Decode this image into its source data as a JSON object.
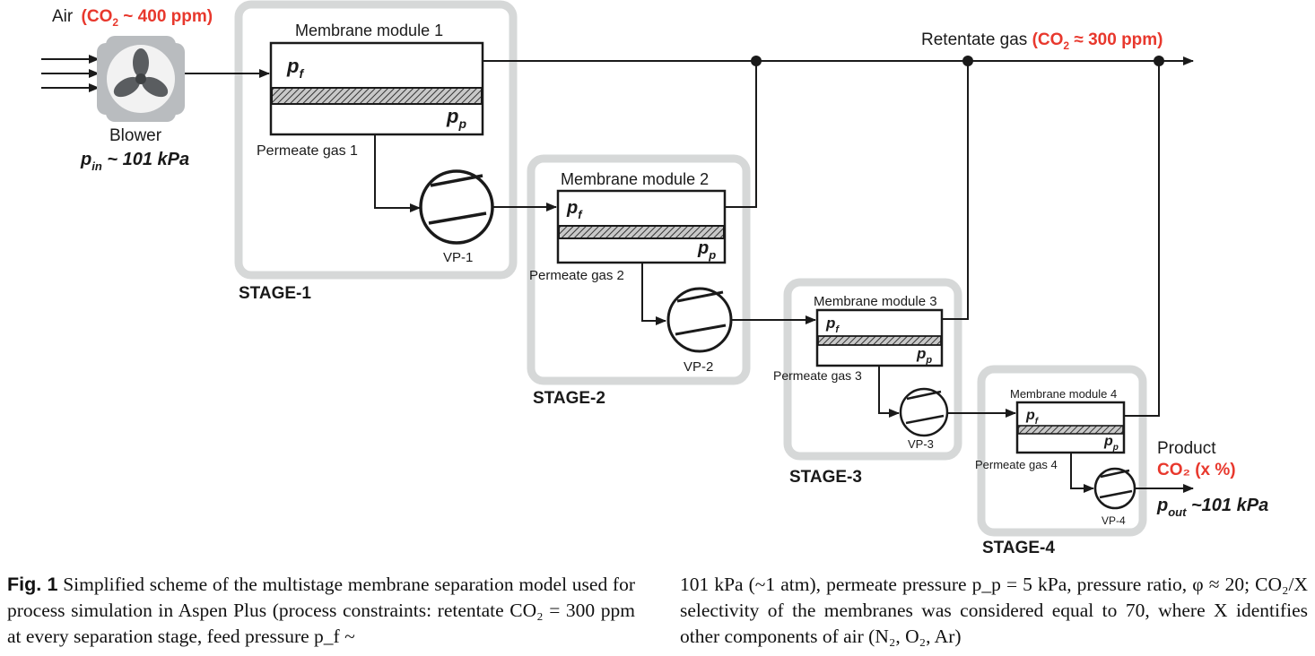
{
  "air": {
    "prefix": "Air",
    "co2": "(CO",
    "co2_tail": " ~ 400 ppm)"
  },
  "blower": {
    "label": "Blower",
    "p": "p",
    "p_sub": "in",
    "p_tail": " ~ 101 kPa"
  },
  "retentate": {
    "prefix": "Retentate gas ",
    "co2": "(CO",
    "co2_tail": " ≈ 300 ppm)"
  },
  "modules": [
    {
      "title": "Membrane module 1",
      "pf": "p",
      "pf_sub": "f",
      "pp": "p",
      "pp_sub": "p",
      "permeate": "Permeate gas 1",
      "pump": "VP-1",
      "stage": "STAGE-1"
    },
    {
      "title": "Membrane module 2",
      "pf": "p",
      "pf_sub": "f",
      "pp": "p",
      "pp_sub": "p",
      "permeate": "Permeate gas 2",
      "pump": "VP-2",
      "stage": "STAGE-2"
    },
    {
      "title": "Membrane module 3",
      "pf": "p",
      "pf_sub": "f",
      "pp": "p",
      "pp_sub": "p",
      "permeate": "Permeate gas 3",
      "pump": "VP-3",
      "stage": "STAGE-3"
    },
    {
      "title": "Membrane module 4",
      "pf": "p",
      "pf_sub": "f",
      "pp": "p",
      "pp_sub": "p",
      "permeate": "Permeate gas 4",
      "pump": "VP-4",
      "stage": "STAGE-4"
    }
  ],
  "product": {
    "label": "Product",
    "co2": "CO₂ (x %)",
    "p": "p",
    "p_sub": "out",
    "p_tail": " ~101 kPa"
  },
  "sub2": "2",
  "colors": {
    "accent_red": "#e8382d",
    "stage_box": "#d6d8d8",
    "line": "#1a1a1a"
  },
  "caption": {
    "fig": "Fig. 1",
    "left": " Simplified scheme of the multistage membrane separation model used for process simulation in Aspen Plus (process constraints: retentate CO₂ = 300 ppm at every separation stage, feed pressure p_f ~",
    "right": "101 kPa (~1 atm), permeate pressure p_p = 5 kPa, pressure ratio, φ ≈ 20; CO₂/X selectivity of the membranes was considered equal to 70, where X identifies other components of air (N₂, O₂, Ar)"
  }
}
